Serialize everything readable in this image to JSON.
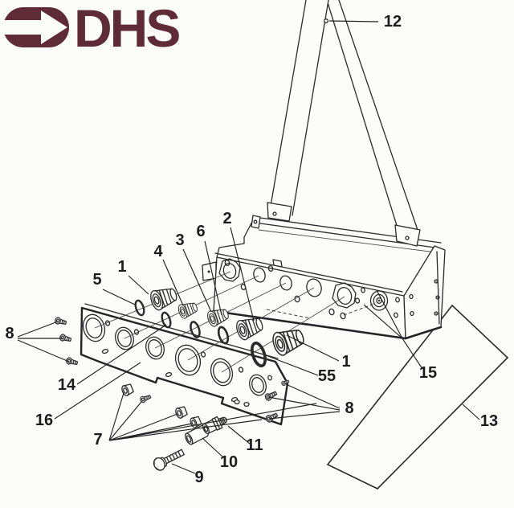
{
  "logo": {
    "text": "DHS",
    "brand_color": "#5e2b36"
  },
  "colors": {
    "ink": "#2a2a2a",
    "paper": "#fcfcf9",
    "brand": "#5e2b36"
  },
  "diagram": {
    "type": "exploded-parts-diagram",
    "subject": "coupling box with carry strap, mounting plate and fittings",
    "callouts": [
      {
        "part": "12"
      },
      {
        "part": "2"
      },
      {
        "part": "6"
      },
      {
        "part": "3"
      },
      {
        "part": "4"
      },
      {
        "part": "1"
      },
      {
        "part": "5"
      },
      {
        "part": "8"
      },
      {
        "part": "14"
      },
      {
        "part": "16"
      },
      {
        "part": "7"
      },
      {
        "part": "9"
      },
      {
        "part": "10"
      },
      {
        "part": "11"
      },
      {
        "part": "1"
      },
      {
        "part": "55"
      },
      {
        "part": "8"
      },
      {
        "part": "15"
      },
      {
        "part": "13"
      }
    ]
  }
}
